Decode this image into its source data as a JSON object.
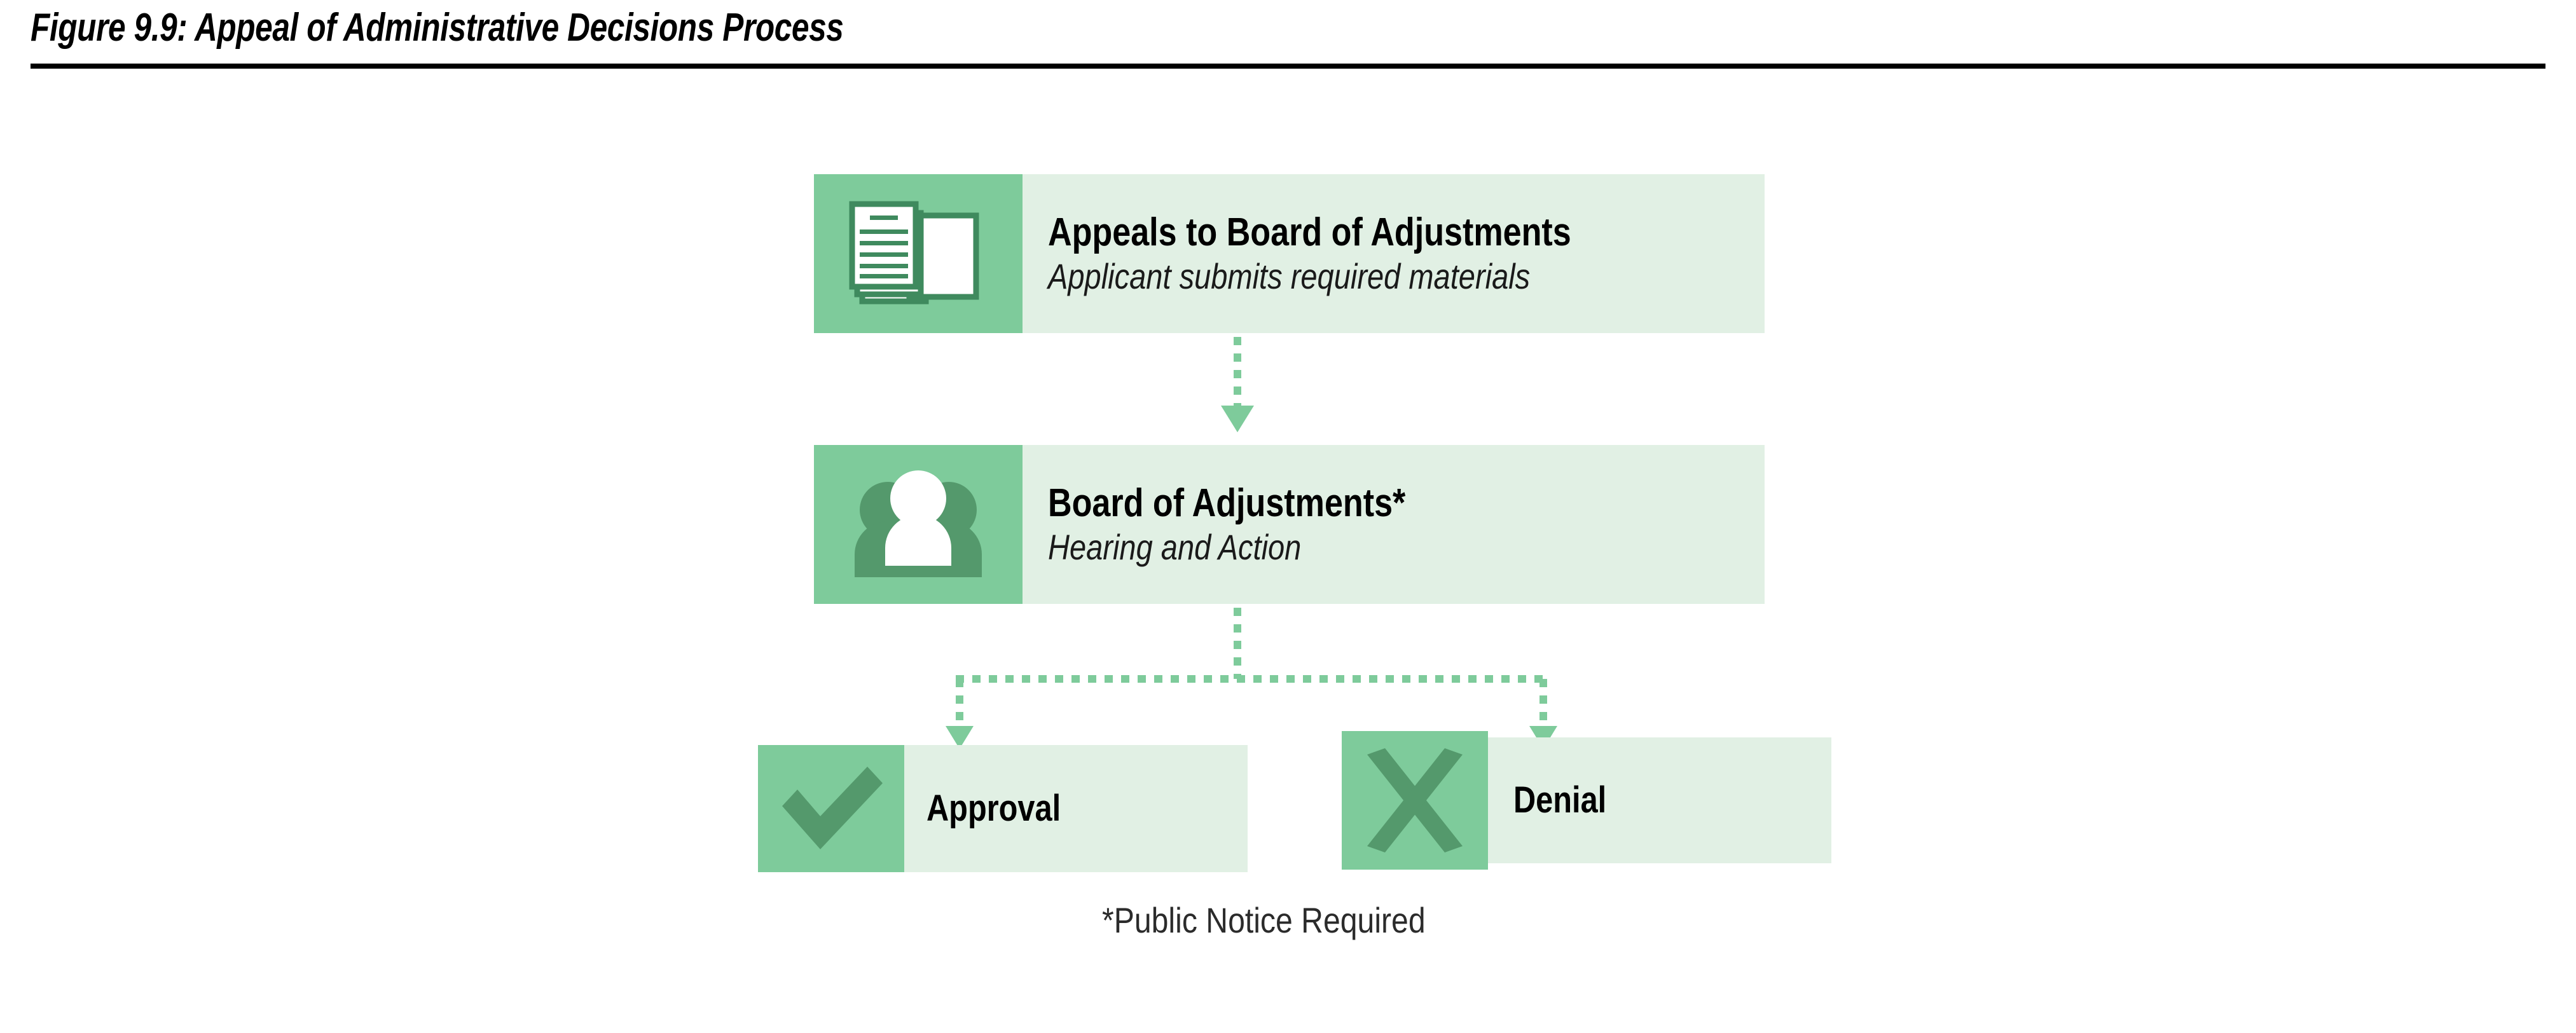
{
  "figure": {
    "title": "Figure 9.9: Appeal of Administrative Decisions Process",
    "footnote": "*Public Notice Required"
  },
  "colors": {
    "icon_panel_green": "#7ecb9b",
    "body_panel_green": "#e1f0e4",
    "icon_art_green": "#54996c",
    "connector_green": "#7ecb9b",
    "text_black": "#000000",
    "footnote_gray": "#2b2b2b",
    "rule_black": "#000000"
  },
  "flow": {
    "steps": [
      {
        "id": "appeals",
        "icon": "documents-stack-icon",
        "title": "Appeals to Board of Adjustments",
        "subtitle": "Applicant submits required materials"
      },
      {
        "id": "board",
        "icon": "people-group-icon",
        "title": "Board of Adjustments*",
        "subtitle": "Hearing and Action"
      },
      {
        "id": "approval",
        "icon": "checkmark-icon",
        "title": "Approval",
        "subtitle": ""
      },
      {
        "id": "denial",
        "icon": "cross-x-icon",
        "title": "Denial",
        "subtitle": ""
      }
    ],
    "connectors": [
      {
        "id": "appeals-to-board",
        "type": "vertical-dotted-arrow",
        "from": "appeals",
        "to": "board"
      },
      {
        "id": "board-to-approval",
        "type": "split-dotted-arrow",
        "from": "board",
        "to": "approval"
      },
      {
        "id": "board-to-denial",
        "type": "split-dotted-arrow",
        "from": "board",
        "to": "denial"
      }
    ]
  }
}
